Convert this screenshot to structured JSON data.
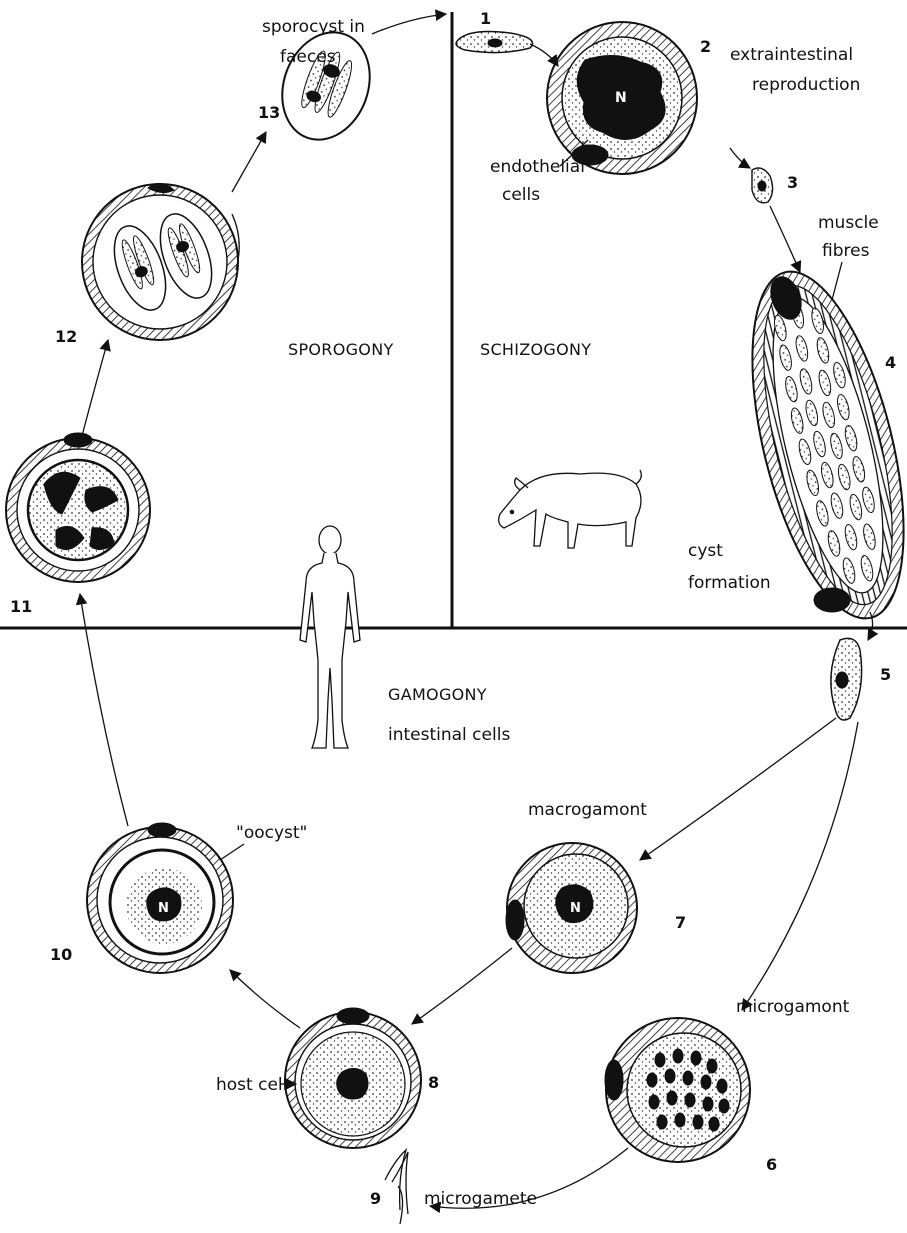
{
  "sections": {
    "sporogony": "SPOROGONY",
    "schizogony": "SCHIZOGONY",
    "gamogony": "GAMOGONY",
    "intestinal_cells": "intestinal cells"
  },
  "labels": {
    "sporocyst_line1": "sporocyst in",
    "sporocyst_line2": "faeces",
    "extraintestinal_line1": "extraintestinal",
    "extraintestinal_line2": "reproduction",
    "endothelial_line1": "endothelial",
    "endothelial_line2": "cells",
    "muscle_line1": "muscle",
    "muscle_line2": "fibres",
    "cyst_line1": "cyst",
    "cyst_line2": "formation",
    "macrogamont": "macrogamont",
    "microgamont": "microgamont",
    "oocyst": "\"oocyst\"",
    "host_cell": "host cell",
    "microgamete": "microgamete",
    "nucleus": "N"
  },
  "stages": [
    "1",
    "2",
    "3",
    "4",
    "5",
    "6",
    "7",
    "8",
    "9",
    "10",
    "11",
    "12",
    "13"
  ]
}
